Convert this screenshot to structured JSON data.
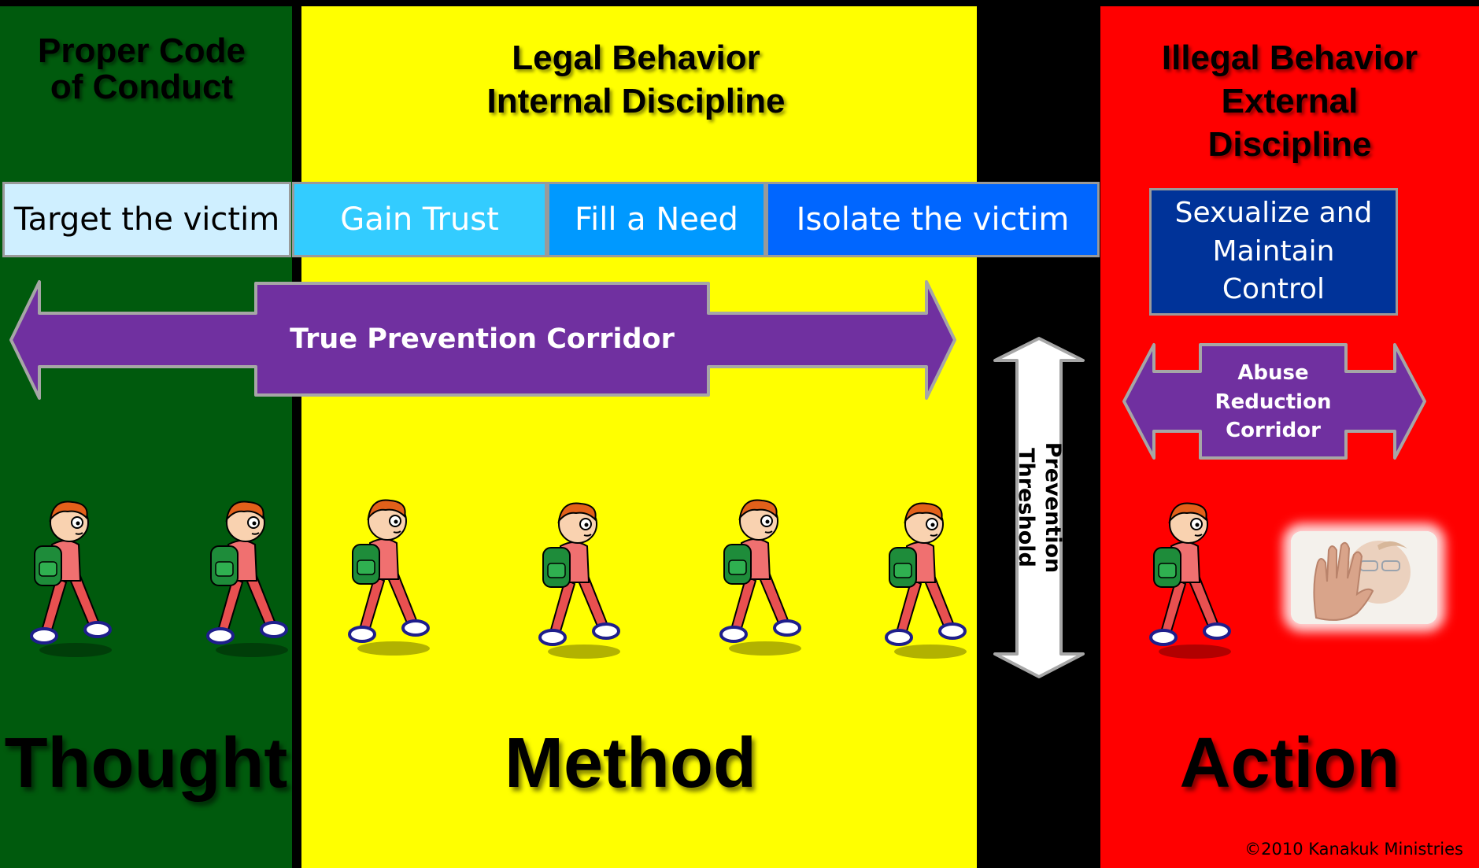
{
  "columns": {
    "left": {
      "heading": "Proper Code\nof Conduct",
      "word": "Thought",
      "color": "#005A0D"
    },
    "middle": {
      "heading": "Legal Behavior\nInternal Discipline",
      "word": "Method",
      "color": "#FFFF00"
    },
    "right": {
      "heading": "Illegal Behavior\nExternal\nDiscipline",
      "word": "Action",
      "color": "#FF0000"
    }
  },
  "steps": [
    {
      "label": "Target the victim",
      "bg": "#CFEFFF",
      "color": "#000000"
    },
    {
      "label": "Gain Trust",
      "bg": "#33CCFF",
      "color": "#FFFFFF"
    },
    {
      "label": "Fill a Need",
      "bg": "#0099FF",
      "color": "#FFFFFF"
    },
    {
      "label": "Isolate the victim",
      "bg": "#0066FF",
      "color": "#FFFFFF"
    }
  ],
  "final_step": {
    "label": "Sexualize and\nMaintain\nControl",
    "bg": "#003399"
  },
  "corridors": {
    "prevention": "True Prevention Corridor",
    "reduction": "Abuse\nReduction\nCorridor",
    "arrow_color": "#7030A0"
  },
  "threshold": {
    "label": "Prevention\nThreshold"
  },
  "icons": {
    "walking_child": "walking-child-icon",
    "stop_hand": "stop-hand-photo"
  },
  "copyright": "©2010 Kanakuk Ministries"
}
